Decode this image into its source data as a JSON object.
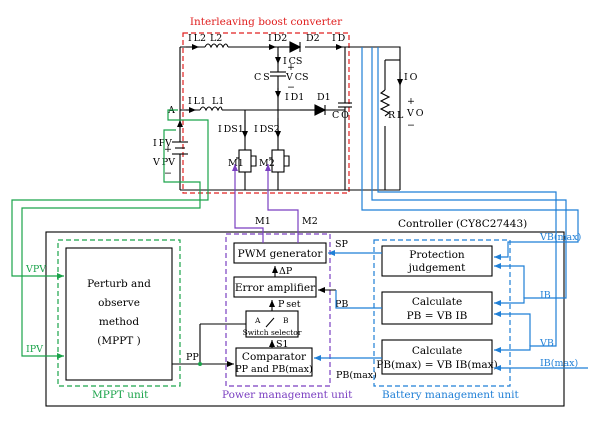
{
  "converter": {
    "title": "Interleaving boost converter",
    "labels": {
      "A": "A",
      "IL2": "I L2",
      "L2": "L2",
      "ID2": "I D2",
      "D2": "D2",
      "ID": "I D",
      "ICS": "I CS",
      "CS": "C S",
      "VCS": "V CS",
      "ID1": "I D1",
      "D1": "D1",
      "CO": "C O",
      "IL1": "I L1",
      "L1": "L1",
      "IDS1": "I DS1",
      "IDS2": "I DS2",
      "M1": "M1",
      "M2": "M2",
      "IPV": "I PV",
      "VPV": "V PV",
      "RL": "R L",
      "IO": "I O",
      "VO": "V O",
      "plus": "+",
      "minus": "−"
    }
  },
  "controller": {
    "title": "Controller (CY8C27443)",
    "mppt": {
      "unit_label": "MPPT unit",
      "block_lines": [
        "Perturb and",
        "observe",
        "method",
        "(MPPT )"
      ]
    },
    "power": {
      "unit_label": "Power management unit",
      "pwm": "PWM generator",
      "error_amp": "Error amplifier",
      "comparator_lines": [
        "Comparator",
        "PP and PB(max)"
      ],
      "switch_A": "A",
      "switch_B": "B",
      "switch_caption": "Switch selector",
      "delta_p": "ΔP",
      "p_set": "P set",
      "s1": "S1",
      "sp": "SP",
      "m1": "M1",
      "m2": "M2",
      "pp": "PP",
      "pb": "PB",
      "pbmax": "PB(max)"
    },
    "battery": {
      "unit_label": "Battery management unit",
      "protection_lines": [
        "Protection",
        "judgement"
      ],
      "calc1_lines": [
        "Calculate",
        "PB = VB IB"
      ],
      "calc2_lines": [
        "Calculate",
        "PB(max) = VB IB(max)"
      ]
    },
    "signals": {
      "vpv": "VPV",
      "ipv": "IPV",
      "vbmax": "VB(max)",
      "ib": "IB",
      "vb": "VB",
      "ibmax": "IB(max)"
    }
  },
  "colors": {
    "red": "#e02020",
    "green": "#1aa34a",
    "purple": "#7a3fc1",
    "blue": "#1f7fd6",
    "black": "#000000"
  }
}
